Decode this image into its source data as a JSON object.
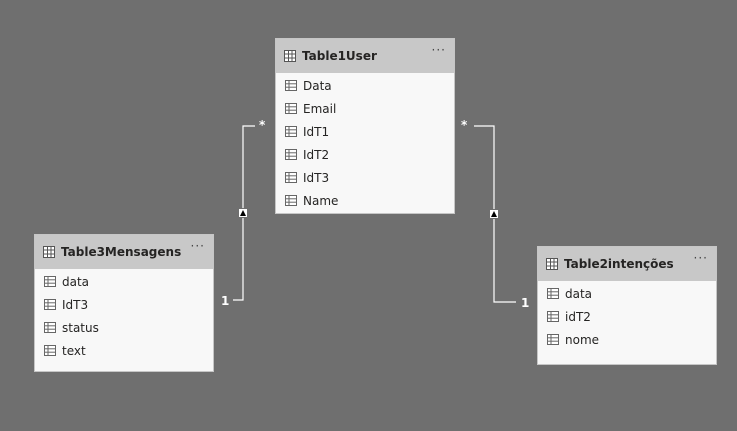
{
  "model_view": {
    "background_color": "#6f6f6f",
    "card_header_color": "#c8c8c8",
    "card_body_color": "#f8f8f8",
    "line_color": "#ffffff",
    "more_icon": "ellipsis-icon",
    "table_icon": "table-grid-icon",
    "field_icon": "field-grid-icon"
  },
  "tables": [
    {
      "name": "Table1User",
      "more": "···",
      "fields": [
        "Data",
        "Email",
        "IdT1",
        "IdT2",
        "IdT3",
        "Name"
      ]
    },
    {
      "name": "Table3Mensagens",
      "more": "···",
      "fields": [
        "data",
        "IdT3",
        "status",
        "text"
      ]
    },
    {
      "name": "Table2intenções",
      "more": "···",
      "fields": [
        "data",
        "idT2",
        "nome"
      ]
    }
  ],
  "relationships": [
    {
      "from": "Table3Mensagens",
      "to": "Table1User",
      "from_cardinality": "1",
      "to_cardinality": "*",
      "cross_filter": "single"
    },
    {
      "from": "Table2intenções",
      "to": "Table1User",
      "from_cardinality": "1",
      "to_cardinality": "*",
      "cross_filter": "single"
    }
  ]
}
